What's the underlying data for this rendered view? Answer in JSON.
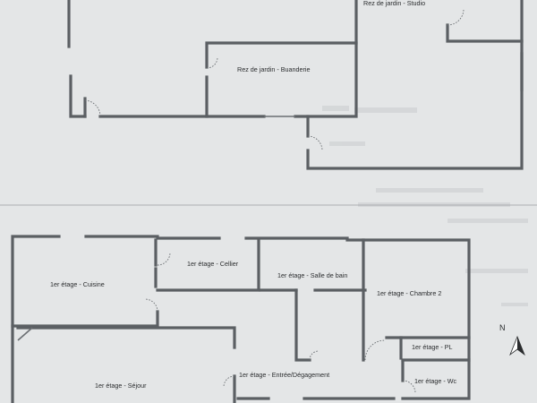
{
  "ground_floor": {
    "rooms": [
      {
        "id": "studio",
        "label": "Rez de jardin - Studio"
      },
      {
        "id": "buanderie",
        "label": "Rez de jardin - Buanderie"
      }
    ]
  },
  "first_floor": {
    "rooms": [
      {
        "id": "cuisine",
        "label": "1er étage - Cuisine"
      },
      {
        "id": "cellier",
        "label": "1er étage - Cellier"
      },
      {
        "id": "salle-de-bain",
        "label": "1er étage - Salle de bain"
      },
      {
        "id": "chambre-2",
        "label": "1er étage - Chambre 2"
      },
      {
        "id": "pl",
        "label": "1er étage - PL"
      },
      {
        "id": "wc",
        "label": "1er étage - Wc"
      },
      {
        "id": "entree",
        "label": "1er étage - Entrée/Dégagement"
      },
      {
        "id": "sejour",
        "label": "1er étage - Séjour"
      }
    ]
  },
  "compass": {
    "label": "N"
  },
  "colors": {
    "wall": "#5b5f63",
    "paper": "#e4e6e7",
    "text": "#2a2c2e"
  }
}
